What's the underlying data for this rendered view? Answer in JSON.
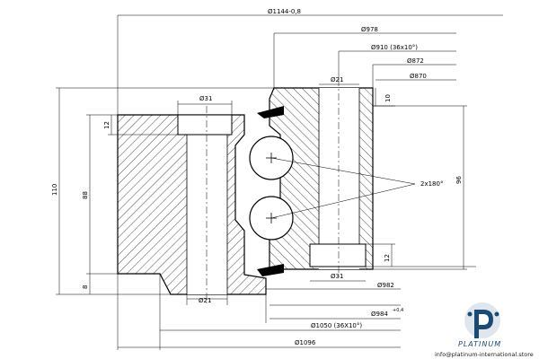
{
  "dimensions": {
    "d1144": "Ø1144-0,8",
    "d978": "Ø978",
    "d910": "Ø910  (36x10°)",
    "d872": "Ø872",
    "d870": "Ø870",
    "d31_top_left": "Ø31",
    "d21_top_right": "Ø21",
    "d21_bottom_left": "Ø21",
    "d31_bottom_right": "Ø31",
    "d982": "Ø982",
    "d984": "Ø984",
    "d984_tol": "+0,4",
    "d1050": "Ø1050  (36X10°)",
    "d1096": "Ø1096",
    "h110": "110",
    "h88": "88",
    "h12_left": "12",
    "h8_left": "8",
    "h10_right": "10",
    "h96_right": "96",
    "h12_right": "12",
    "angle": "2x180°"
  },
  "logo": {
    "word": "PLATINUM",
    "email": "info@platinum-international.store"
  }
}
